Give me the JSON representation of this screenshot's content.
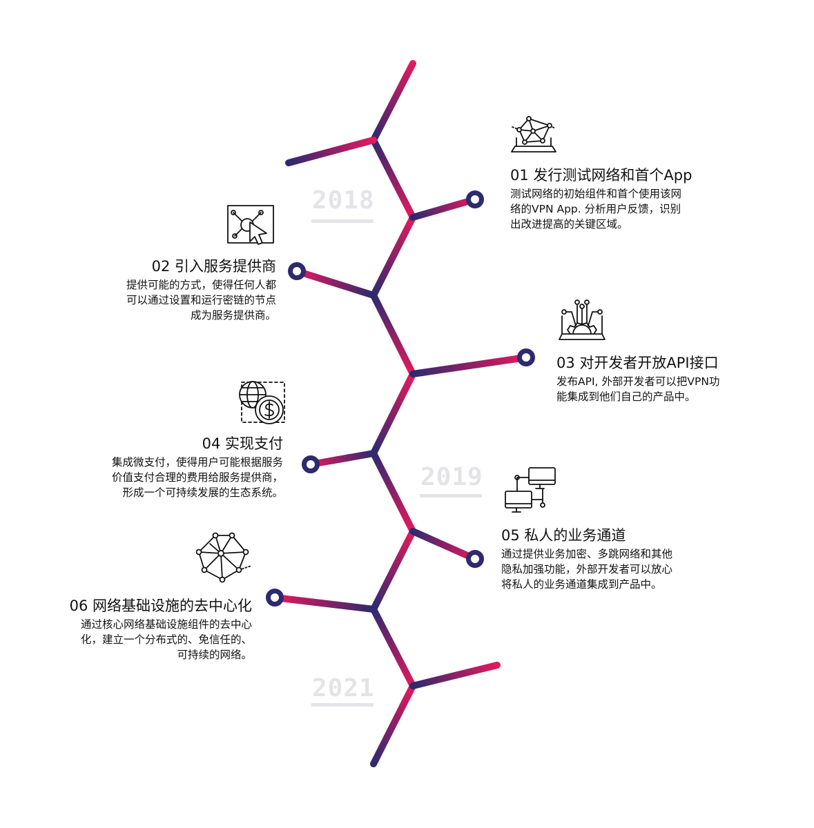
{
  "colors": {
    "pink": "#e5195e",
    "navy": "#2d2a6e",
    "ring_inner": "#ffffff",
    "year_text": "#e4e4e8"
  },
  "years": [
    "2018",
    "2019",
    "2021"
  ],
  "milestones": [
    {
      "id": "01",
      "side": "right",
      "icon": "network-laptop-icon",
      "title": "01 发行测试网络和首个App",
      "desc": "测试网络的初始组件和首个使用该网\n络的VPN App. 分析用户反馈，识别\n出改进提高的关键区域。"
    },
    {
      "id": "02",
      "side": "left",
      "icon": "network-cursor-icon",
      "title": "02 引入服务提供商",
      "desc": "提供可能的方式，使得任何人都\n可以通过设置和运行密链的节点\n成为服务提供商。"
    },
    {
      "id": "03",
      "side": "right",
      "icon": "laptop-circuit-icon",
      "title": "03 对开发者开放API接口",
      "desc": "发布API, 外部开发者可以把VPN功\n能集成到他们自己的产品中。"
    },
    {
      "id": "04",
      "side": "left",
      "icon": "globe-dollar-icon",
      "title": "04 实现支付",
      "desc": "集成微支付，使得用户可能根据服务\n价值支付合理的费用给服务提供商，\n形成一个可持续发展的生态系统。"
    },
    {
      "id": "05",
      "side": "right",
      "icon": "connected-monitors-icon",
      "title": "05 私人的业务通道",
      "desc": "通过提供业务加密、多跳网络和其他\n隐私加强功能，外部开发者可以放心\n将私人的业务通道集成到产品中。"
    },
    {
      "id": "06",
      "side": "left",
      "icon": "mesh-network-icon",
      "title": "06 网络基础设施的去中心化",
      "desc": "通过核心网络基础设施组件的去中心\n化，建立一个分布式的、免信任的、\n可持续的网络。"
    }
  ]
}
